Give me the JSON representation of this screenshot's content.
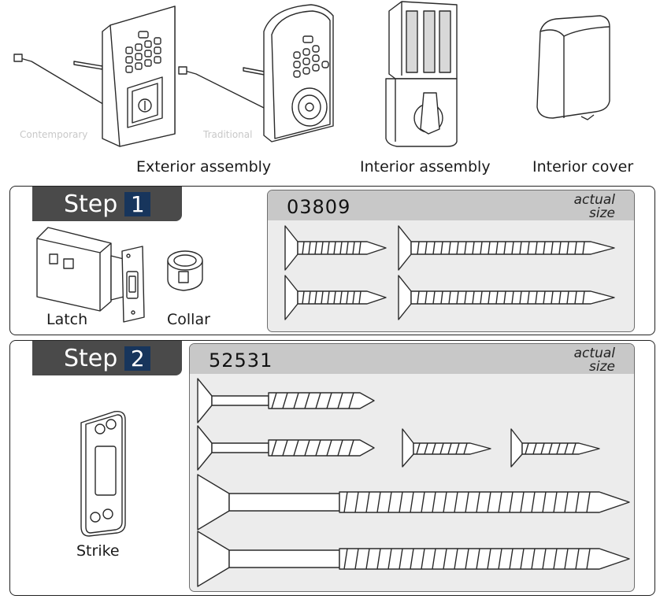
{
  "top": {
    "contemporary_label": "Contemporary",
    "traditional_label": "Traditional",
    "exterior_caption": "Exterior assembly",
    "interior_caption": "Interior assembly",
    "cover_caption": "Interior cover"
  },
  "step1": {
    "step_word": "Step",
    "step_number": "1",
    "latch_caption": "Latch",
    "collar_caption": "Collar",
    "panel_code": "03809",
    "actual_line1": "actual",
    "actual_line2": "size"
  },
  "step2": {
    "step_word": "Step",
    "step_number": "2",
    "strike_caption": "Strike",
    "panel_code": "52531",
    "actual_line1": "actual",
    "actual_line2": "size"
  },
  "colors": {
    "tab_background": "#4a4a4a",
    "step_number_badge": "#17355c",
    "panel_background": "#ececec",
    "panel_header": "#c8c8c8"
  }
}
